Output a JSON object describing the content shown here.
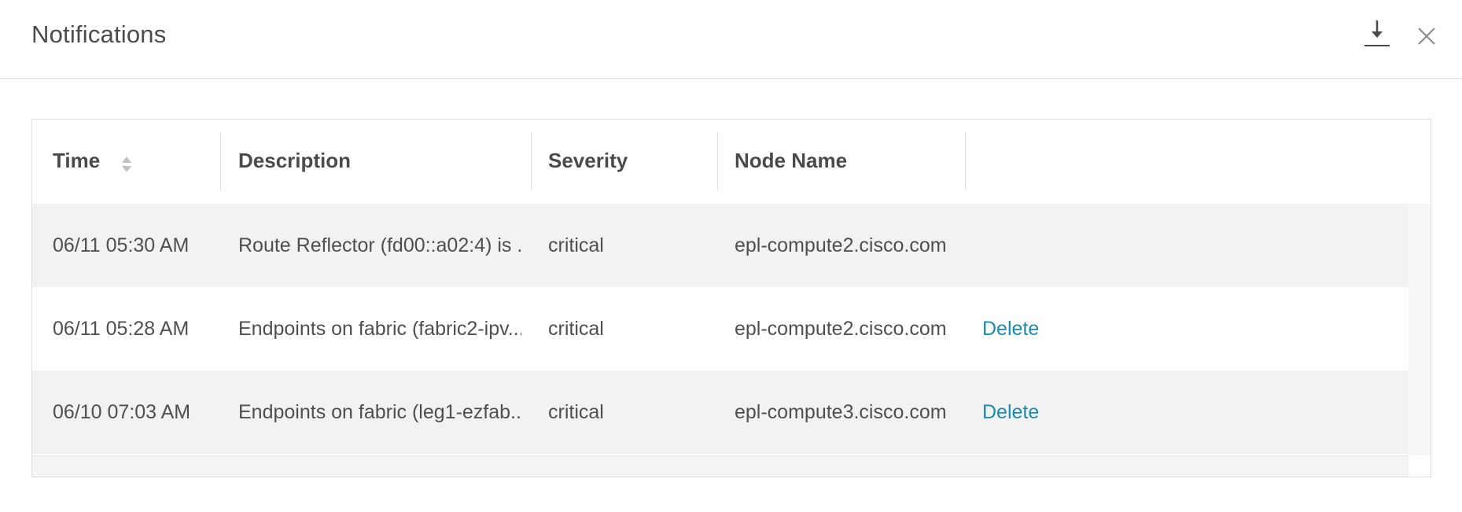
{
  "dialog": {
    "title": "Notifications",
    "download_icon": "download-icon",
    "close_icon": "close-icon"
  },
  "table": {
    "columns": [
      "Time",
      "Description",
      "Severity",
      "Node Name",
      ""
    ],
    "sort_icon": "sort-icon",
    "rows": [
      {
        "time": "06/11 05:30 AM",
        "description": "Route Reflector (fd00::a02:4) is ...",
        "severity": "critical",
        "node": "epl-compute2.cisco.com",
        "action": ""
      },
      {
        "time": "06/11 05:28 AM",
        "description": "Endpoints on fabric (fabric2-ipv...",
        "severity": "critical",
        "node": "epl-compute2.cisco.com",
        "action": "Delete"
      },
      {
        "time": "06/10 07:03 AM",
        "description": "Endpoints on fabric (leg1-ezfab...",
        "severity": "critical",
        "node": "epl-compute3.cisco.com",
        "action": "Delete"
      }
    ]
  },
  "colors": {
    "link": "#1b8bb0",
    "row_alt": "#f2f2f2",
    "text": "#4a4a4a"
  }
}
